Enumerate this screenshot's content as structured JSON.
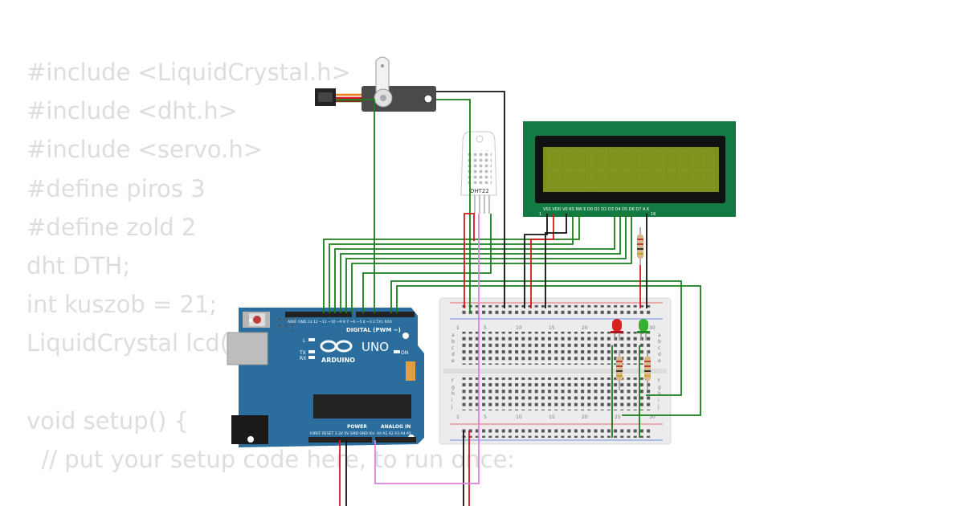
{
  "code": {
    "lines": [
      "#include <LiquidCrystal.h>",
      "#include <dht.h>",
      "#include <servo.h>",
      "#define piros 3",
      "#define zold 2",
      "dht DTH;",
      "int kuszob = 21;",
      "LiquidCrystal lcd(",
      "",
      "void setup() {",
      "  // put your setup code here, to run once:"
    ]
  },
  "components": {
    "dht_label": "DHT22",
    "lcd_pins": "VSS VDD V0 RS RW E  D0 D1 D2 D3 D4 D5 D6 D7 A  K",
    "lcd_pin_start": "1",
    "lcd_pin_end": "16",
    "arduino": {
      "model": "UNO",
      "brand": "ARDUINO",
      "digital_header": "DIGITAL (PWM ~)",
      "power_header": "POWER",
      "analog_header": "ANALOG IN",
      "on_label": "ON",
      "l_label": "L",
      "tx_label": "TX",
      "rx_label": "RX",
      "digital_pins": "AREF GND 13 12 ~11 ~10 ~9 8 7 ~6 ~5 4 ~3 2 TX1 RX0",
      "power_pins": "IOREF RESET 3.3V 5V GND GND Vin",
      "analog_pins": "A0 A1 A2 A3 A4 A5"
    },
    "breadboard": {
      "col_numbers": [
        "1",
        "5",
        "10",
        "15",
        "20",
        "25",
        "30"
      ],
      "rows_top": [
        "a",
        "b",
        "c",
        "d",
        "e"
      ],
      "rows_bottom": [
        "f",
        "g",
        "h",
        "i",
        "j"
      ]
    }
  },
  "colors": {
    "code_text": "#dddddd",
    "arduino_board": "#2b6d9c",
    "lcd_pcb": "#137a43",
    "lcd_screen": "#7d8f1c",
    "wire_green": "#1a7f1a",
    "wire_red": "#d9161c",
    "wire_black": "#111111",
    "wire_pink": "#e07fe0",
    "led_red": "#d91f1f",
    "led_green": "#35b035"
  }
}
